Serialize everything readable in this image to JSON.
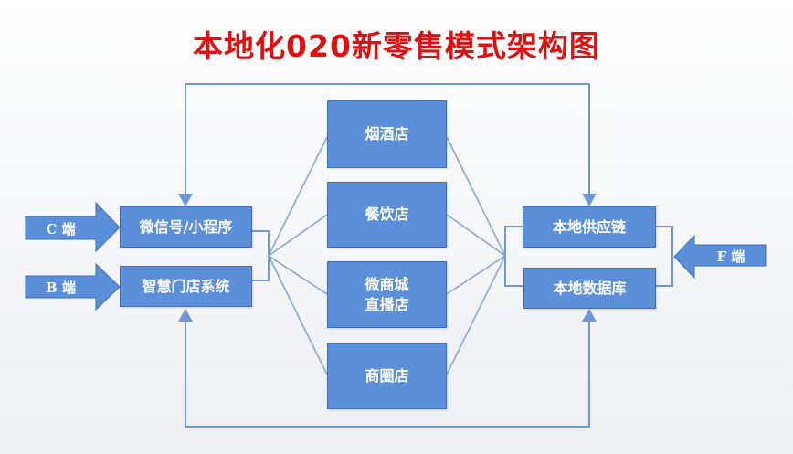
{
  "title": "本地化020新零售模式架构图",
  "inputs": {
    "c": "C 端",
    "b": "B 端",
    "f": "F 端"
  },
  "left_boxes": [
    "微信号/小程序",
    "智慧门店系统"
  ],
  "middle_boxes": [
    "烟酒店",
    "餐饮店",
    "微商城\n直播店",
    "商圈店"
  ],
  "right_boxes": [
    "本地供应链",
    "本地数据库"
  ],
  "colors": {
    "box": "#5b8fd9",
    "line": "#6f97d6",
    "title": "#e01010"
  }
}
